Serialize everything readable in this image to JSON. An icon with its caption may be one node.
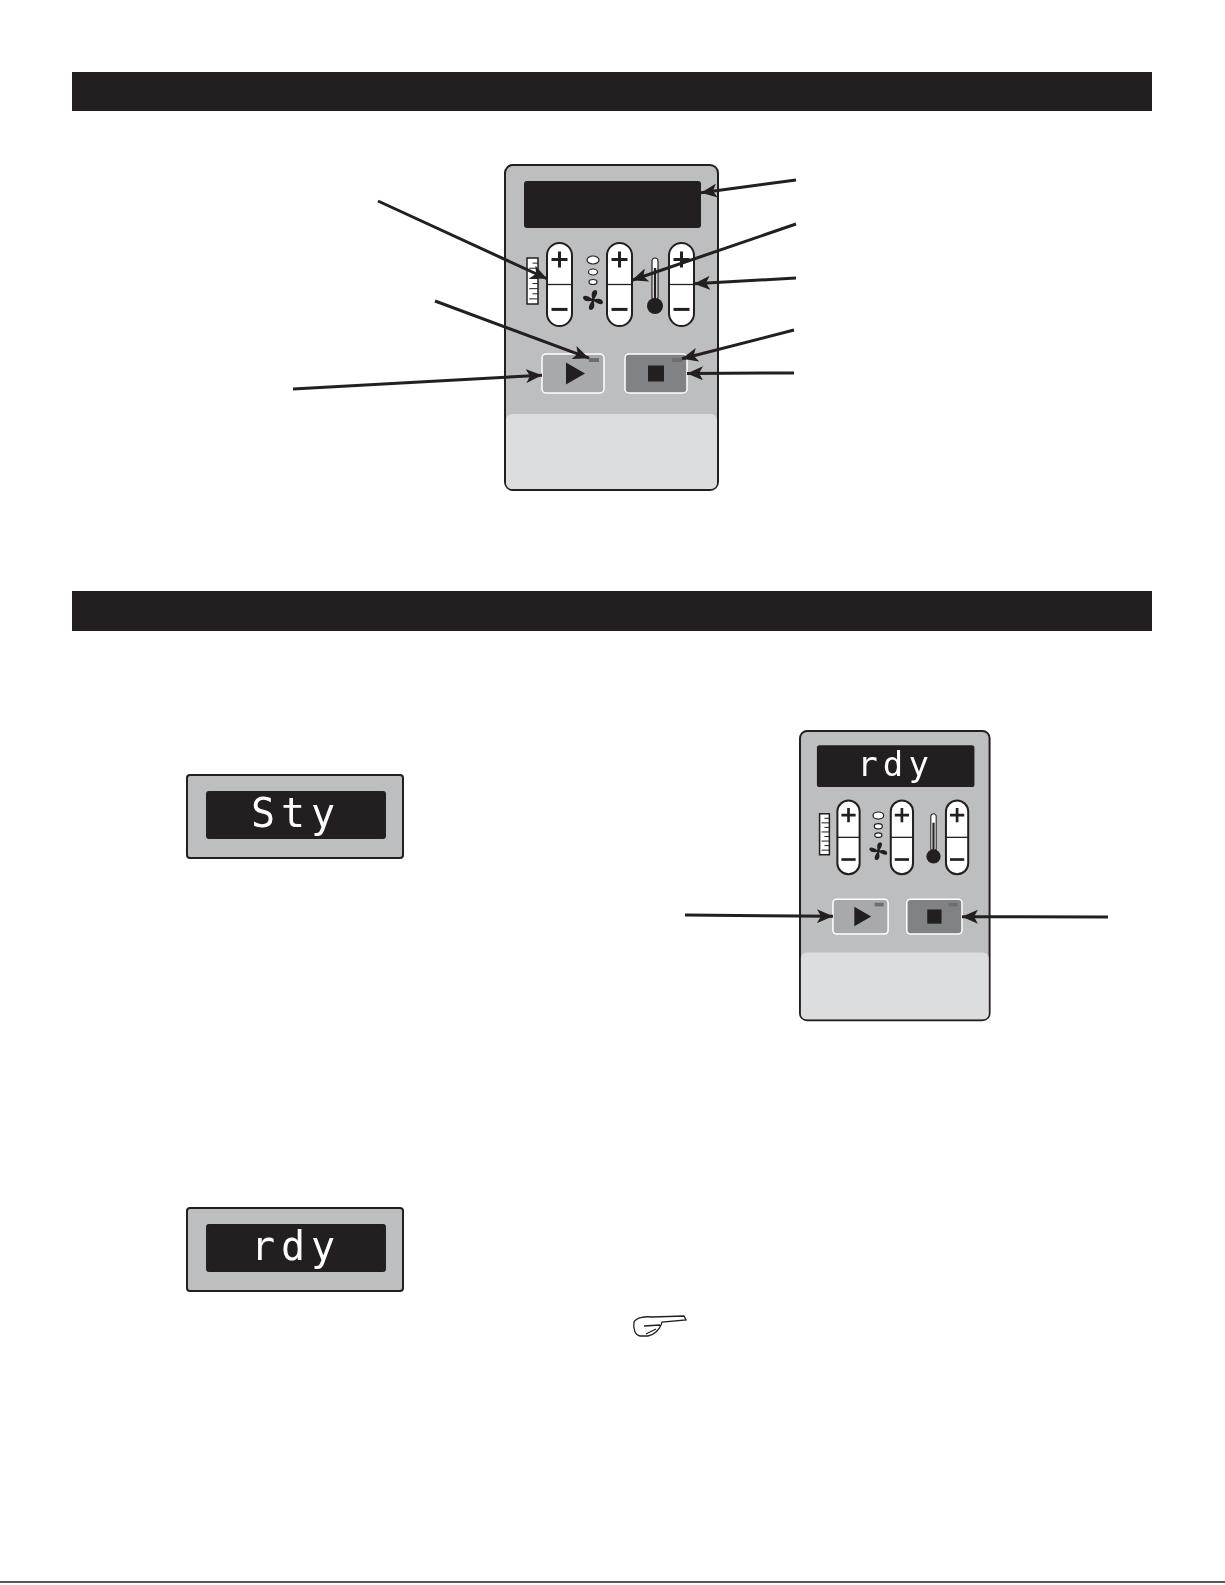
{
  "diagram": {
    "nodes": [
      {
        "text": [],
        "shape": "box"
      },
      {
        "text": [],
        "shape": "box"
      },
      {
        "text": [],
        "shape": "box"
      },
      {
        "text": [],
        "shape": "box"
      },
      {
        "text": [],
        "shape": "box"
      },
      {
        "text": [],
        "shape": "box",
        "in": 4
      },
      {
        "text": [],
        "shape": "box"
      },
      {
        "text": [],
        "shape": "box",
        "in": 6
      },
      {
        "text": [
          "rdy"
        ]
      },
      {
        "text": [
          "Sty"
        ]
      },
      {
        "text": [],
        "shape": "box"
      },
      {
        "text": [],
        "shape": "box"
      },
      {
        "text": [],
        "shape": "box"
      },
      {
        "text": [],
        "shape": "box"
      },
      {
        "text": [],
        "shape": "box",
        "in": 13
      },
      {
        "text": [],
        "shape": "box"
      },
      {
        "text": [],
        "shape": "box",
        "in": 15
      },
      {
        "text": [
          "rdy"
        ]
      }
    ],
    "edges": [
      {
        "from": null,
        "to": 0,
        "arrow": "to"
      },
      {
        "from": null,
        "to": 1,
        "arrow": "to"
      },
      {
        "from": null,
        "to": 2,
        "arrow": "to"
      },
      {
        "from": null,
        "to": 3,
        "arrow": "to"
      },
      {
        "from": null,
        "to": 5,
        "arrow": "to"
      },
      {
        "from": null,
        "to": 4,
        "arrow": "to"
      },
      {
        "from": null,
        "to": 7,
        "arrow": "to"
      },
      {
        "from": null,
        "to": 6,
        "arrow": "to"
      },
      {
        "from": null,
        "to": 13,
        "arrow": "to"
      },
      {
        "from": null,
        "to": 15,
        "arrow": "to"
      }
    ]
  }
}
